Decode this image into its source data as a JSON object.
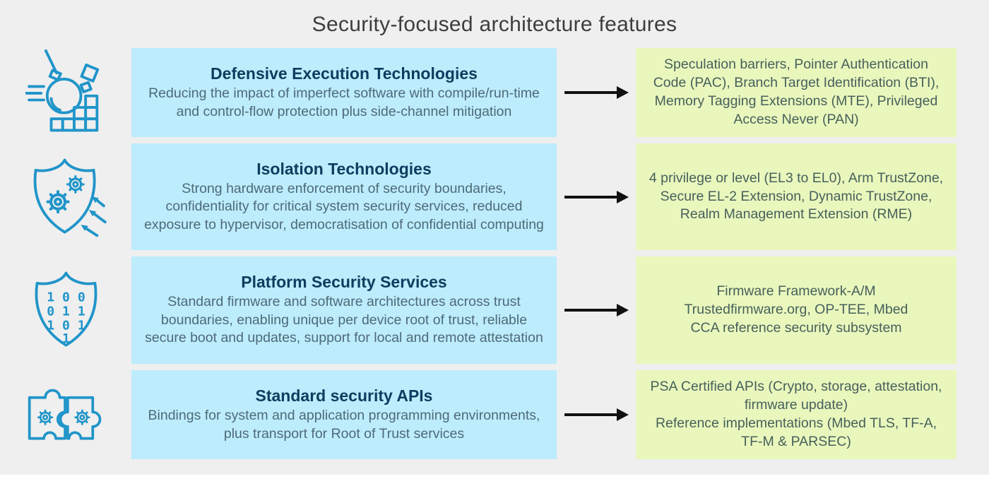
{
  "title": "Security-focused architecture features",
  "rows": [
    {
      "icon": "wrecking-ball-demolition-icon",
      "heading": "Defensive Execution Technologies",
      "description": "Reducing the impact of imperfect software with compile/run-time and control-flow protection plus side-channel mitigation",
      "details": "Speculation barriers, Pointer Authentication Code (PAC), Branch Target Identification (BTI), Memory Tagging Extensions (MTE), Privileged Access Never (PAN)"
    },
    {
      "icon": "shield-gears-icon",
      "heading": "Isolation Technologies",
      "description": "Strong hardware enforcement of security boundaries, confidentiality for critical system security services, reduced exposure to hypervisor, democratisation of confidential computing",
      "details": "4 privilege or level (EL3 to EL0), Arm TrustZone, Secure EL-2 Extension, Dynamic TrustZone, Realm Management Extension (RME)"
    },
    {
      "icon": "shield-binary-icon",
      "icon_digits": [
        "1 0 0",
        "0 1 1",
        "1 0 1",
        "1"
      ],
      "heading": "Platform Security Services",
      "description": "Standard firmware and software architectures across trust boundaries, enabling unique per device root of trust, reliable secure boot and updates, support for local and remote attestation",
      "details": "Firmware Framework-A/M\nTrustedfirmware.org, OP-TEE, Mbed\nCCA reference security subsystem"
    },
    {
      "icon": "puzzle-gears-icon",
      "heading": "Standard security APIs",
      "description": "Bindings for system and application programming environments, plus transport for Root of Trust services",
      "details": "PSA Certified APIs (Crypto, storage, attestation, firmware update)\nReference implementations (Mbed TLS, TF-A, TF-M & PARSEC)"
    }
  ],
  "colors": {
    "background": "#efeff0",
    "feature_box": "#bdecfd",
    "details_box": "#e9f7bd",
    "heading_text": "#0d3d5e",
    "body_text": "#4e6a77",
    "details_text": "#47605b",
    "icon_stroke": "#2095c9",
    "arrow": "#111111",
    "title_text": "#3d3d40"
  }
}
